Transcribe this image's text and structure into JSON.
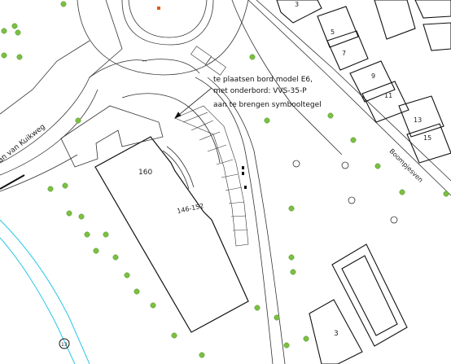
{
  "labels": {
    "street_kuikweg": "an van Kuikweg",
    "street_boompjesven": "Boompjesven",
    "building_160": "160",
    "building_146_152": "146-152",
    "house_3_top": "3",
    "house_5": "5",
    "house_7": "7",
    "house_9": "9",
    "house_11": "11",
    "house_13": "13",
    "house_15": "15",
    "house_3_bottom": "3",
    "marker_13": "13"
  },
  "annotation": {
    "line1": "te plaatsen bord model E6,",
    "line2": "met onderbord: VVS-35-P",
    "line3": "aan te brengen symbooltegel"
  },
  "colors": {
    "line": "#333333",
    "tree": "#7bc043",
    "water": "#28c8e6",
    "marker": "#e05a1a"
  }
}
